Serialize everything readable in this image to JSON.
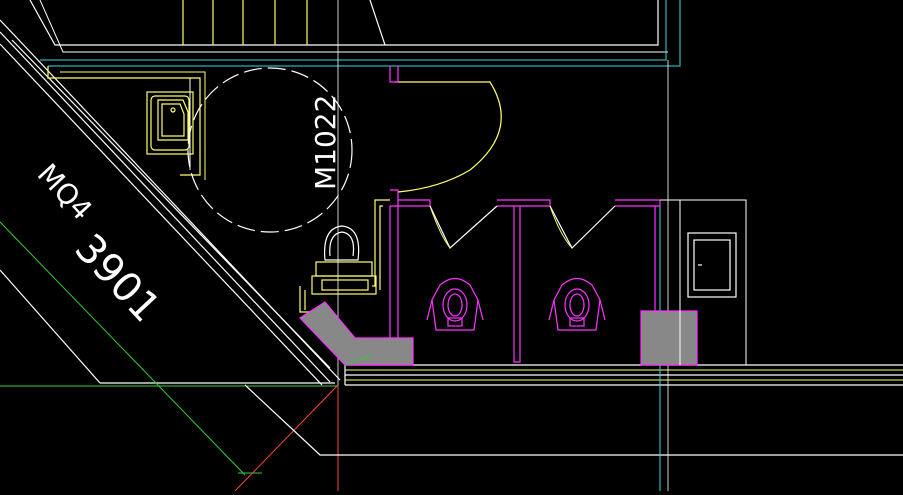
{
  "drawing": {
    "background": "#000000",
    "colors": {
      "white": "#ffffff",
      "yellow": "#ffff66",
      "cyan": "#33dddd",
      "magenta": "#ff33ff",
      "green": "#33cc33",
      "red": "#ff4444",
      "gray_fill": "#888888"
    },
    "labels": {
      "door_tag": "M1022",
      "wall_tag": "MQ4",
      "wall_number": "3901"
    },
    "icons": [
      "toilet-icon",
      "squat-toilet-icon",
      "washbasin-icon",
      "door-swing-icon",
      "cabinet-icon"
    ]
  }
}
